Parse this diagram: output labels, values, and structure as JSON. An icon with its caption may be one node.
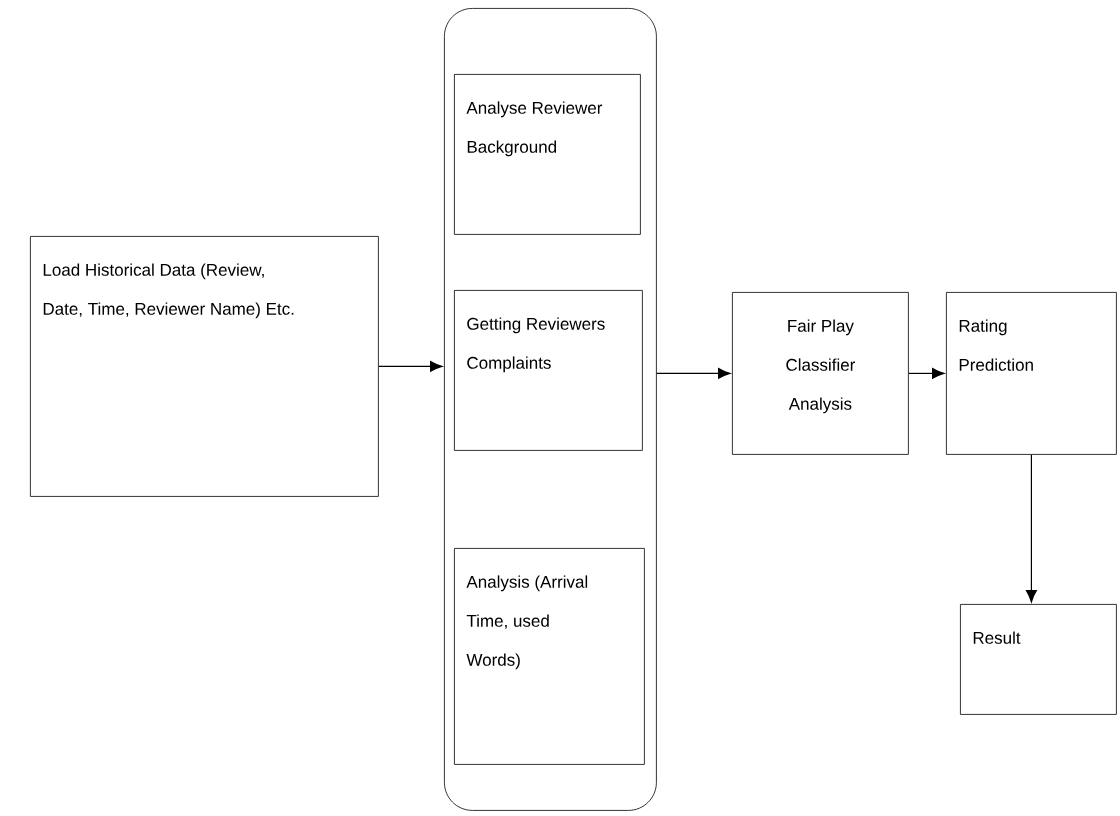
{
  "diagram": {
    "nodes": [
      {
        "text": [
          "Load Historical Data (Review, Date, Time, Reviewer Name) Etc."
        ]
      },
      {
        "text": [],
        "shape": "box"
      },
      {
        "text": [
          "Analyse Reviewer Background"
        ],
        "in": 1
      },
      {
        "text": [
          "Getting Reviewers Complaints"
        ],
        "in": 1
      },
      {
        "text": [
          "Analysis (Arrival Time, used Words)"
        ],
        "in": 1
      },
      {
        "text": [
          "Fair Play Classifier Analysis"
        ]
      },
      {
        "text": [
          "Rating Prediction"
        ]
      },
      {
        "text": [
          "Result"
        ]
      }
    ],
    "edges": [
      {
        "from": 0,
        "to": 1,
        "arrow": "to"
      },
      {
        "from": 1,
        "to": 5,
        "arrow": "to"
      },
      {
        "from": 5,
        "to": 6,
        "arrow": "to"
      },
      {
        "from": 6,
        "to": 7,
        "arrow": "to"
      }
    ]
  }
}
